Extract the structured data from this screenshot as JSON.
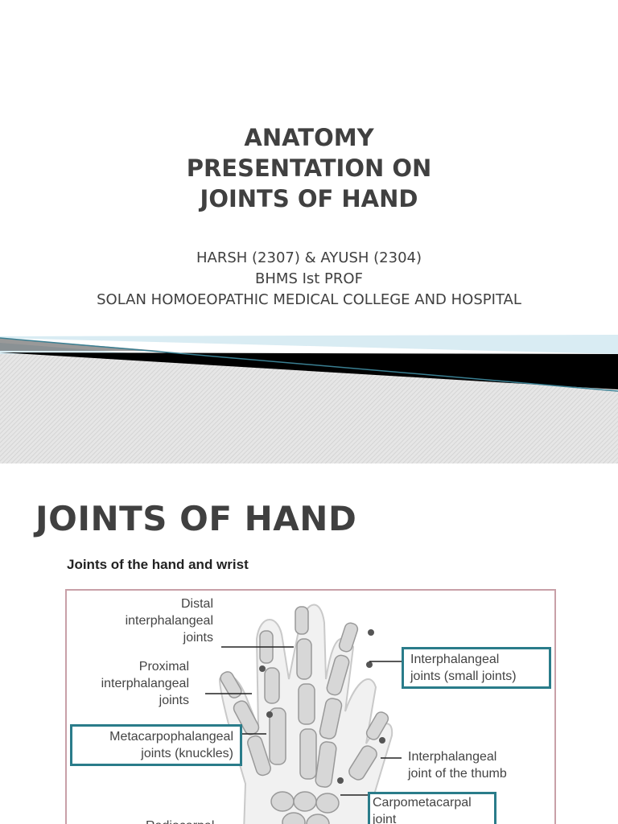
{
  "slide1": {
    "title_lines": [
      "ANATOMY",
      "PRESENTATION ON",
      "JOINTS OF HAND"
    ],
    "subtitle_lines": [
      "HARSH (2307) & AYUSH (2304)",
      "BHMS Ist PROF",
      "SOLAN HOMOEOPATHIC MEDICAL COLLEGE AND HOSPITAL"
    ]
  },
  "slide2": {
    "heading": "JOINTS OF HAND",
    "figure_caption": "Joints of the hand and wrist",
    "labels": {
      "distal": [
        "Distal",
        "interphalangeal",
        "joints"
      ],
      "proximal": [
        "Proximal",
        "interphalangeal",
        "joints"
      ],
      "metacarpophalangeal": [
        "Metacarpophalangeal",
        "joints (knuckles)"
      ],
      "radiocarpal": "Radiocarpal",
      "interphalangeal_small": [
        "Interphalangeal",
        "joints (small joints)"
      ],
      "interphalangeal_thumb": [
        "Interphalangeal",
        "joint of the thumb"
      ],
      "carpometacarpal": [
        "Carpometacarpal",
        "joint"
      ]
    }
  },
  "colors": {
    "text": "#404040",
    "accent_teal": "#2a7c8a",
    "figure_border": "#c8a0a8",
    "light_blue": "#d9ecf3"
  }
}
